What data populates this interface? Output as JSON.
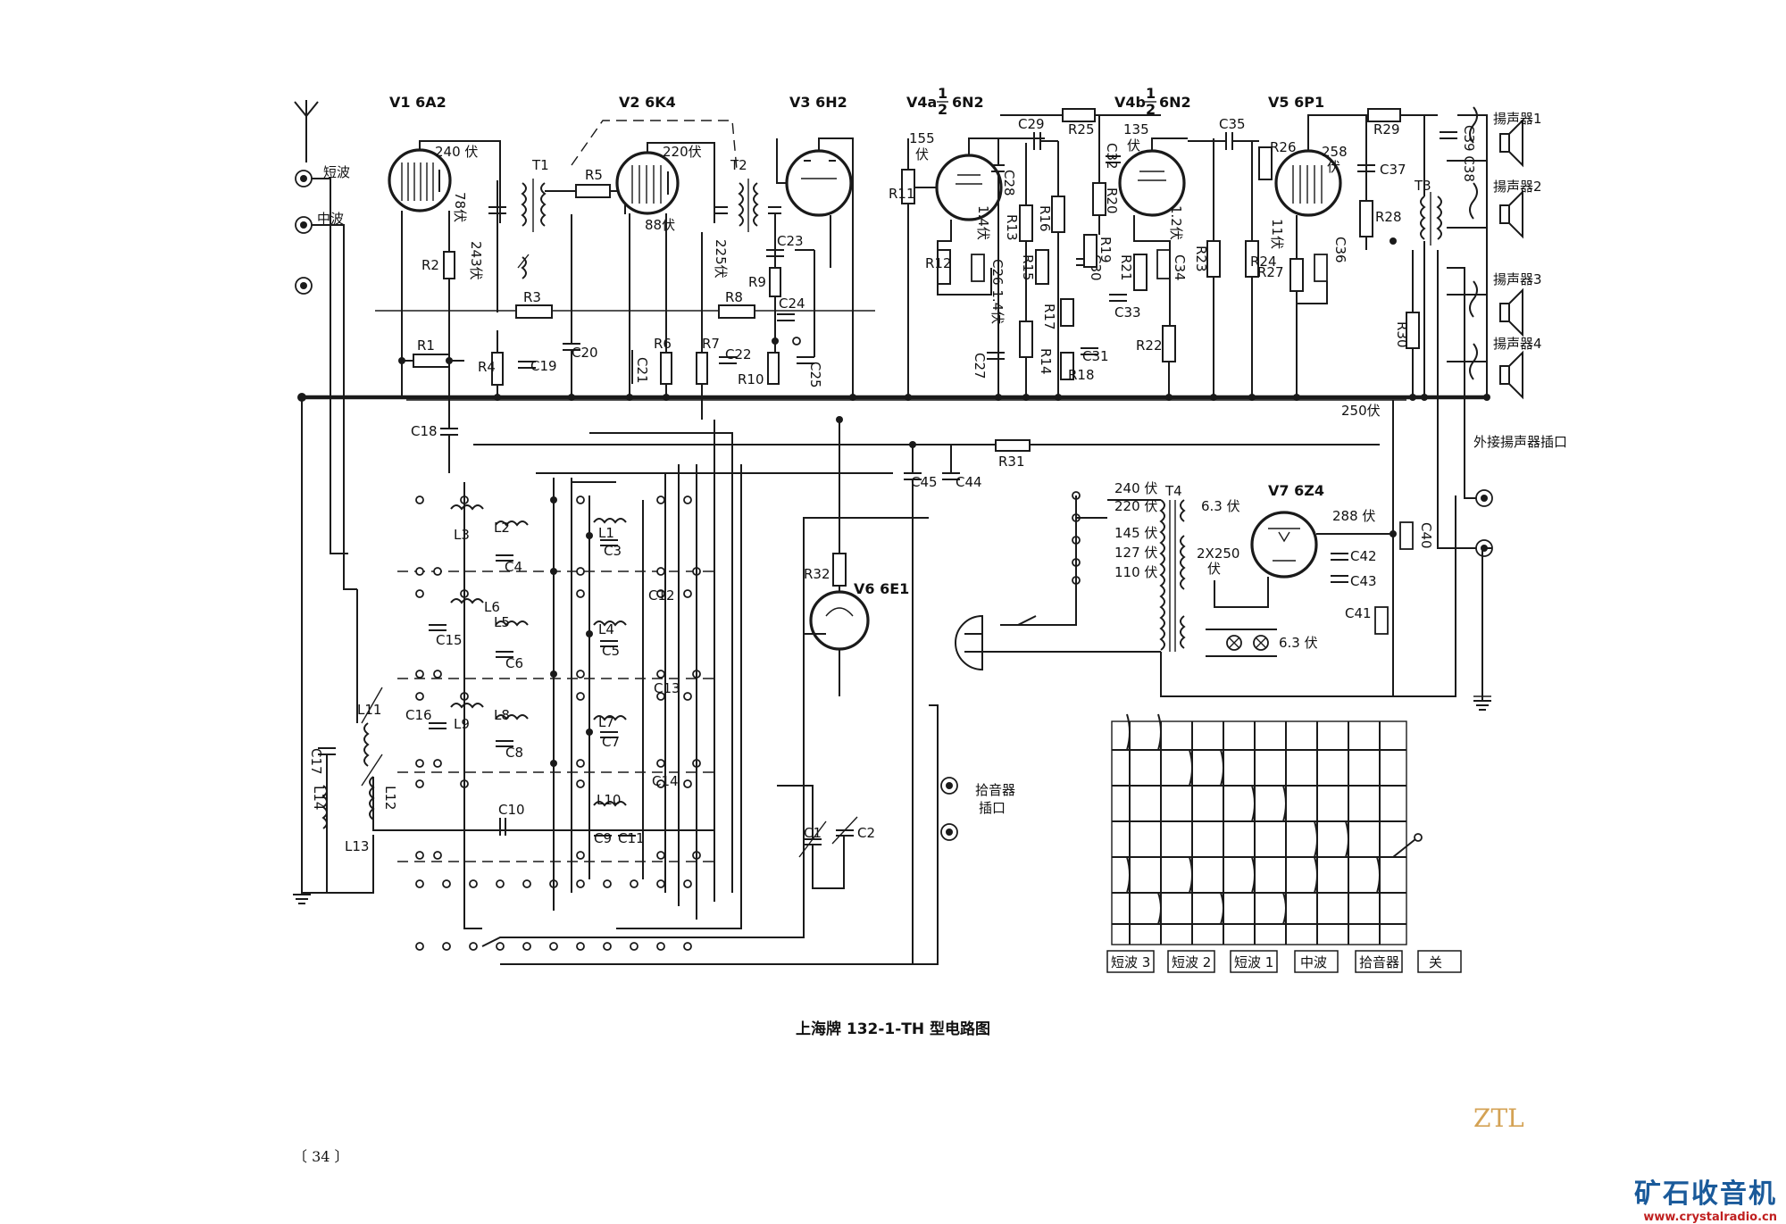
{
  "caption": "上海牌 132-1-TH 型电路图",
  "page_number": "〔 34 〕",
  "corner_mark": "ZTL",
  "watermark": {
    "name": "矿石收音机",
    "url": "www.crystalradio.cn"
  },
  "tubes": [
    {
      "label": "V1 6A2"
    },
    {
      "label": "V2 6K4"
    },
    {
      "label": "V3 6H2"
    },
    {
      "label": "V4a 1/2 6N2"
    },
    {
      "label": "V4b 1/2 6N2"
    },
    {
      "label": "V5 6P1"
    },
    {
      "label": "V6 6E1"
    },
    {
      "label": "V7 6Z4"
    }
  ],
  "voltages": [
    "240伏",
    "78伏",
    "243伏",
    "220伏",
    "88伏",
    "225伏",
    "155伏",
    "1.4伏",
    "135伏",
    "1.2伏",
    "258伏",
    "11伏",
    "250伏",
    "240伏",
    "220伏",
    "145伏",
    "127伏",
    "110伏",
    "6.3伏",
    "2X250伏",
    "288伏",
    "6.3伏"
  ],
  "antenna_labels": {
    "sw": "短波",
    "mw": "中波"
  },
  "speakers": [
    "揚声器1",
    "揚声器2",
    "揚声器3",
    "揚声器4"
  ],
  "jacks": {
    "ext_speaker": "外接揚声器插口",
    "pickup": "拾音器插口"
  },
  "resistors": [
    "R1",
    "R2",
    "R3",
    "R4",
    "R5",
    "R6",
    "R7",
    "R8",
    "R9",
    "R10",
    "R11",
    "R12",
    "R13",
    "R14",
    "R15",
    "R16",
    "R17",
    "R18",
    "R19",
    "R20",
    "R21",
    "R22",
    "R23",
    "R24",
    "R25",
    "R26",
    "R27",
    "R28",
    "R29",
    "R30",
    "R31",
    "R32"
  ],
  "capacitors": [
    "C1",
    "C2",
    "C3",
    "C4",
    "C5",
    "C6",
    "C7",
    "C8",
    "C9",
    "C10",
    "C11",
    "C12",
    "C13",
    "C14",
    "C15",
    "C16",
    "C17",
    "C18",
    "C19",
    "C20",
    "C21",
    "C22",
    "C23",
    "C24",
    "C25",
    "C26",
    "C27",
    "C28",
    "C29",
    "C30",
    "C31",
    "C32",
    "C33",
    "C34",
    "C35",
    "C36",
    "C37",
    "C38",
    "C39",
    "C40",
    "C41",
    "C42",
    "C43",
    "C44",
    "C45"
  ],
  "coils": [
    "L1",
    "L2",
    "L3",
    "L4",
    "L5",
    "L6",
    "L7",
    "L8",
    "L9",
    "L10",
    "L11",
    "L12",
    "L13",
    "L14"
  ],
  "transformers": [
    "T1",
    "T2",
    "T3",
    "T4"
  ],
  "band_switch_labels": [
    "短波 3",
    "短波 2",
    "短波 1",
    "中波",
    "拾音器",
    "关"
  ]
}
